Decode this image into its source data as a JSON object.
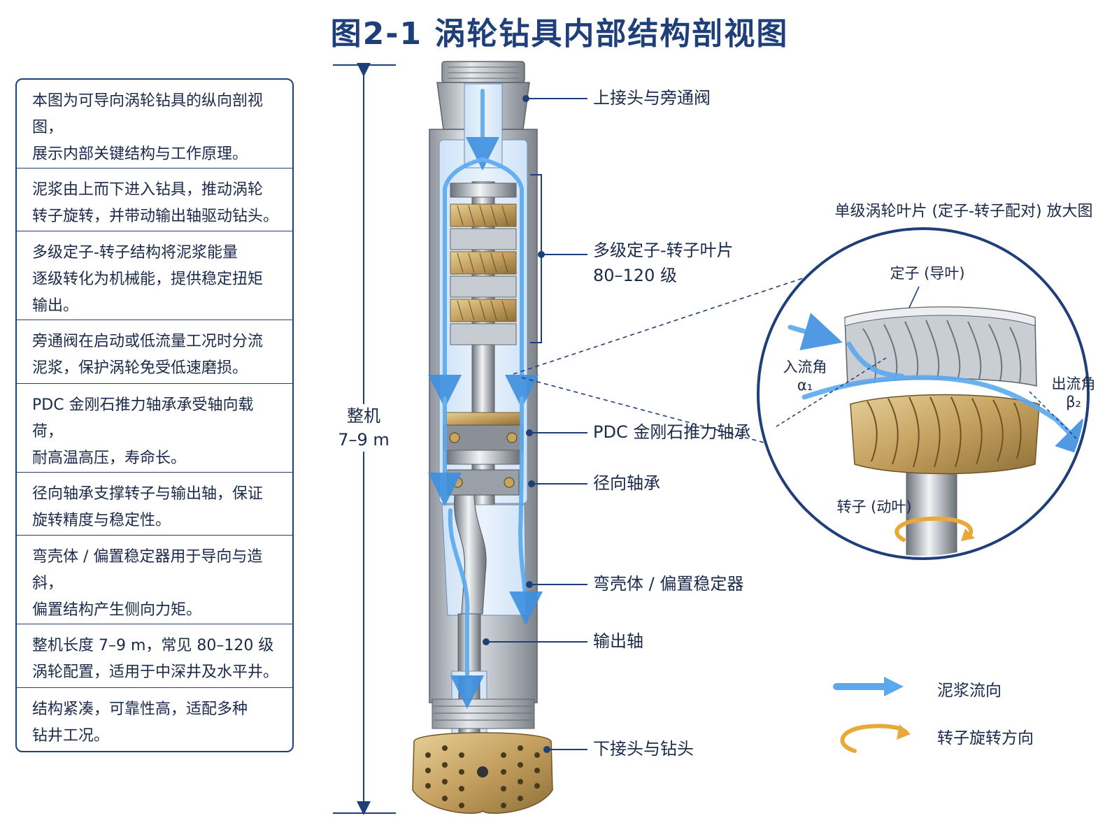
{
  "title": "图2-1   涡轮钻具内部结构剖视图",
  "info_panel": {
    "items": [
      "本图为可导向涡轮钻具的纵向剖视图，\n展示内部关键结构与工作原理。",
      "泥浆由上而下进入钻具，推动涡轮\n转子旋转，并带动输出轴驱动钻头。",
      "多级定子-转子结构将泥浆能量\n逐级转化为机械能，提供稳定扭矩\n输出。",
      "旁通阀在启动或低流量工况时分流\n泥浆，保护涡轮免受低速磨损。",
      "PDC 金刚石推力轴承承受轴向载荷，\n耐高温高压，寿命长。",
      "径向轴承支撑转子与输出轴，保证\n旋转精度与稳定性。",
      "弯壳体 / 偏置稳定器用于导向与造斜，\n偏置结构产生侧向力矩。",
      "整机长度 7–9 m，常见 80–120 级\n涡轮配置，适用于中深井及水平井。",
      "结构紧凑，可靠性高，适配多种\n钻井工况。"
    ]
  },
  "length_label": "整机\n7–9 m",
  "callouts": {
    "upper_sub": "上接头与旁通阀",
    "stages": "多级定子-转子叶片\n80–120 级",
    "thrust_bearing": "PDC 金刚石推力轴承",
    "radial_bearing": "径向轴承",
    "bent_housing": "弯壳体 / 偏置稳定器",
    "output_shaft": "输出轴",
    "bit": "下接头与钻头"
  },
  "detail": {
    "title": "单级涡轮叶片 (定子-转子配对) 放大图",
    "stator": "定子 (导叶)",
    "rotor": "转子 (动叶)",
    "inflow": "入流角\nα₁",
    "outflow": "出流角\nβ₂"
  },
  "legend": {
    "mud_flow": "泥浆流向",
    "rotation": "转子旋转方向"
  },
  "colors": {
    "navy": "#1f3f7a",
    "flow": "#5aa9ef",
    "rotation": "#e8a93a",
    "steel": "#b9bec6",
    "brass": "#c9a867"
  }
}
